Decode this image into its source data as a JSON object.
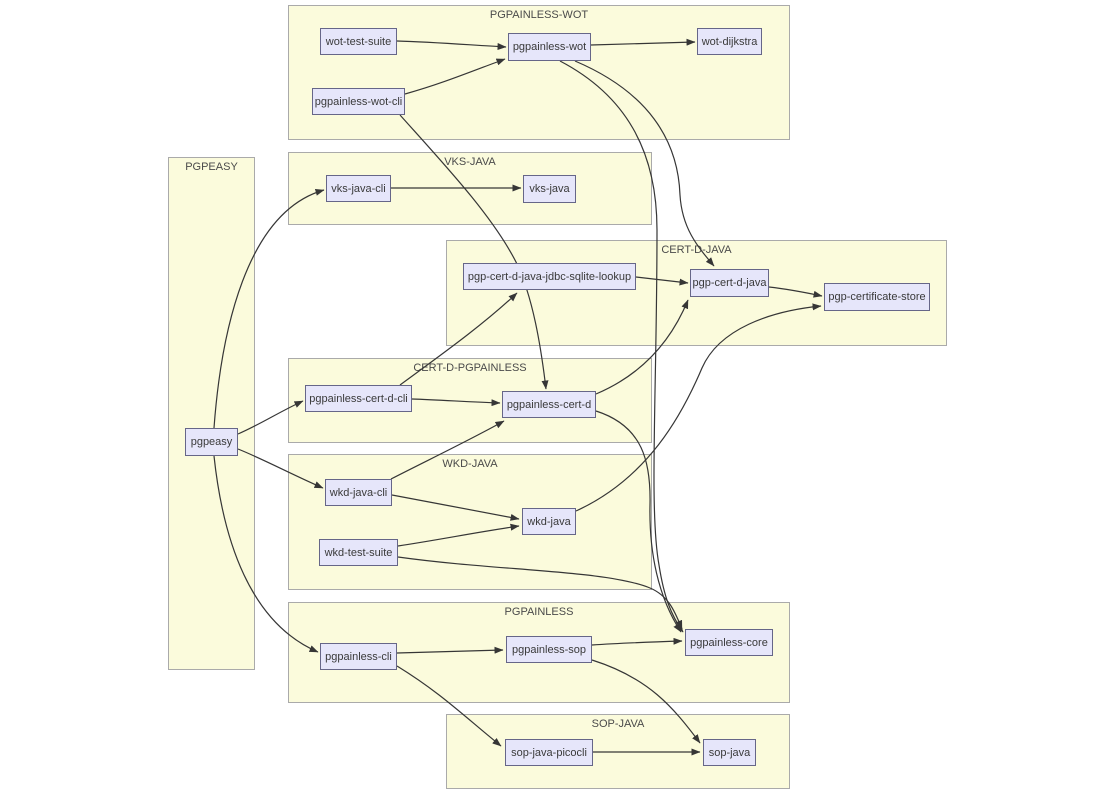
{
  "diagram": {
    "type": "dependency-graph",
    "colors": {
      "background": "#ffffff",
      "cluster_fill": "#fbfbdc",
      "cluster_border": "#aaaaaa",
      "cluster_label": "#4a4a4a",
      "node_fill": "#e6e6fa",
      "node_border": "#666688",
      "node_text": "#3a3a3a",
      "edge_color": "#363636"
    },
    "clusters": [
      {
        "id": "pgpainless-wot-cluster",
        "label": "PGPAINLESS-WOT"
      },
      {
        "id": "pgpeasy-cluster",
        "label": "PGPEASY"
      },
      {
        "id": "vks-java-cluster",
        "label": "VKS-JAVA"
      },
      {
        "id": "cert-d-java-cluster",
        "label": "CERT-D-JAVA"
      },
      {
        "id": "cert-d-pgpainless-cluster",
        "label": "CERT-D-PGPAINLESS"
      },
      {
        "id": "wkd-java-cluster",
        "label": "WKD-JAVA"
      },
      {
        "id": "pgpainless-cluster",
        "label": "PGPAINLESS"
      },
      {
        "id": "sop-java-cluster",
        "label": "SOP-JAVA"
      }
    ],
    "nodes": [
      {
        "id": "wot-test-suite",
        "label": "wot-test-suite",
        "cluster": "PGPAINLESS-WOT"
      },
      {
        "id": "pgpainless-wot",
        "label": "pgpainless-wot",
        "cluster": "PGPAINLESS-WOT"
      },
      {
        "id": "wot-dijkstra",
        "label": "wot-dijkstra",
        "cluster": "PGPAINLESS-WOT"
      },
      {
        "id": "pgpainless-wot-cli",
        "label": "pgpainless-wot-cli",
        "cluster": "PGPAINLESS-WOT"
      },
      {
        "id": "pgpeasy",
        "label": "pgpeasy",
        "cluster": "PGPEASY"
      },
      {
        "id": "vks-java-cli",
        "label": "vks-java-cli",
        "cluster": "VKS-JAVA"
      },
      {
        "id": "vks-java",
        "label": "vks-java",
        "cluster": "VKS-JAVA"
      },
      {
        "id": "pgp-cert-d-java-jdbc-sqlite-lookup",
        "label": "pgp-cert-d-java-jdbc-sqlite-lookup",
        "cluster": "CERT-D-JAVA"
      },
      {
        "id": "pgp-cert-d-java",
        "label": "pgp-cert-d-java",
        "cluster": "CERT-D-JAVA"
      },
      {
        "id": "pgp-certificate-store",
        "label": "pgp-certificate-store",
        "cluster": "CERT-D-JAVA"
      },
      {
        "id": "pgpainless-cert-d-cli",
        "label": "pgpainless-cert-d-cli",
        "cluster": "CERT-D-PGPAINLESS"
      },
      {
        "id": "pgpainless-cert-d",
        "label": "pgpainless-cert-d",
        "cluster": "CERT-D-PGPAINLESS"
      },
      {
        "id": "wkd-java-cli",
        "label": "wkd-java-cli",
        "cluster": "WKD-JAVA"
      },
      {
        "id": "wkd-java",
        "label": "wkd-java",
        "cluster": "WKD-JAVA"
      },
      {
        "id": "wkd-test-suite",
        "label": "wkd-test-suite",
        "cluster": "WKD-JAVA"
      },
      {
        "id": "pgpainless-cli",
        "label": "pgpainless-cli",
        "cluster": "PGPAINLESS"
      },
      {
        "id": "pgpainless-sop",
        "label": "pgpainless-sop",
        "cluster": "PGPAINLESS"
      },
      {
        "id": "pgpainless-core",
        "label": "pgpainless-core",
        "cluster": "PGPAINLESS"
      },
      {
        "id": "sop-java-picocli",
        "label": "sop-java-picocli",
        "cluster": "SOP-JAVA"
      },
      {
        "id": "sop-java",
        "label": "sop-java",
        "cluster": "SOP-JAVA"
      }
    ],
    "edges": [
      {
        "from": "wot-test-suite",
        "to": "pgpainless-wot"
      },
      {
        "from": "pgpainless-wot-cli",
        "to": "pgpainless-wot"
      },
      {
        "from": "pgpainless-wot",
        "to": "wot-dijkstra"
      },
      {
        "from": "pgpainless-wot",
        "to": "pgp-cert-d-java"
      },
      {
        "from": "pgpainless-wot",
        "to": "pgpainless-core"
      },
      {
        "from": "pgpainless-wot-cli",
        "to": "pgpainless-cert-d"
      },
      {
        "from": "pgpeasy",
        "to": "vks-java-cli"
      },
      {
        "from": "pgpeasy",
        "to": "pgpainless-cert-d-cli"
      },
      {
        "from": "pgpeasy",
        "to": "wkd-java-cli"
      },
      {
        "from": "pgpeasy",
        "to": "pgpainless-cli"
      },
      {
        "from": "vks-java-cli",
        "to": "vks-java"
      },
      {
        "from": "pgp-cert-d-java-jdbc-sqlite-lookup",
        "to": "pgp-cert-d-java"
      },
      {
        "from": "pgp-cert-d-java",
        "to": "pgp-certificate-store"
      },
      {
        "from": "pgpainless-cert-d-cli",
        "to": "pgpainless-cert-d"
      },
      {
        "from": "pgpainless-cert-d-cli",
        "to": "pgp-cert-d-java-jdbc-sqlite-lookup"
      },
      {
        "from": "pgpainless-cert-d",
        "to": "pgp-cert-d-java"
      },
      {
        "from": "pgpainless-cert-d",
        "to": "pgpainless-core"
      },
      {
        "from": "wkd-java-cli",
        "to": "wkd-java"
      },
      {
        "from": "wkd-java-cli",
        "to": "pgpainless-cert-d"
      },
      {
        "from": "wkd-test-suite",
        "to": "wkd-java"
      },
      {
        "from": "wkd-test-suite",
        "to": "pgpainless-core"
      },
      {
        "from": "wkd-java",
        "to": "pgp-certificate-store"
      },
      {
        "from": "pgpainless-cli",
        "to": "pgpainless-sop"
      },
      {
        "from": "pgpainless-cli",
        "to": "sop-java-picocli"
      },
      {
        "from": "pgpainless-sop",
        "to": "pgpainless-core"
      },
      {
        "from": "pgpainless-sop",
        "to": "sop-java"
      },
      {
        "from": "sop-java-picocli",
        "to": "sop-java"
      }
    ]
  }
}
